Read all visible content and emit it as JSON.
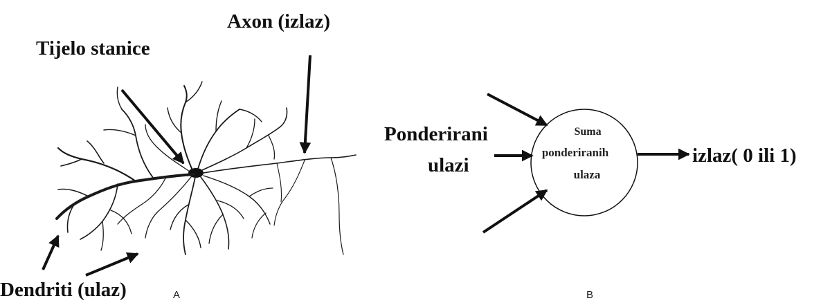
{
  "panel_a": {
    "label_cell_body": "Tijelo stanice",
    "label_axon": "Axon (izlaz)",
    "label_dendrites": "Dendriti (ulaz)",
    "panel_letter": "A"
  },
  "panel_b": {
    "label_inputs_line1": "Ponderirani",
    "label_inputs_line2": "ulazi",
    "node_line1": "Suma",
    "node_line2": "ponderiranih",
    "node_line3": "ulaza",
    "label_output": "izlaz( 0 ili 1)",
    "panel_letter": "B"
  },
  "colors": {
    "ink": "#111111",
    "background": "#ffffff"
  }
}
